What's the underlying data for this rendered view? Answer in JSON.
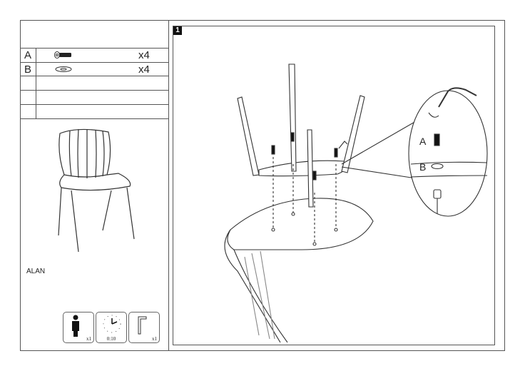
{
  "parts": [
    {
      "letter": "A",
      "icon": "screw-icon",
      "qty": "x4"
    },
    {
      "letter": "B",
      "icon": "washer-icon",
      "qty": "x4"
    },
    {
      "letter": "",
      "qty": ""
    },
    {
      "letter": "",
      "qty": ""
    },
    {
      "letter": "",
      "qty": ""
    }
  ],
  "product_name": "ALAN",
  "badges": {
    "persons": "x1",
    "time": "0:10",
    "tool": "x1"
  },
  "step_number": "1",
  "detail_labels": {
    "a": "A",
    "b": "B"
  }
}
